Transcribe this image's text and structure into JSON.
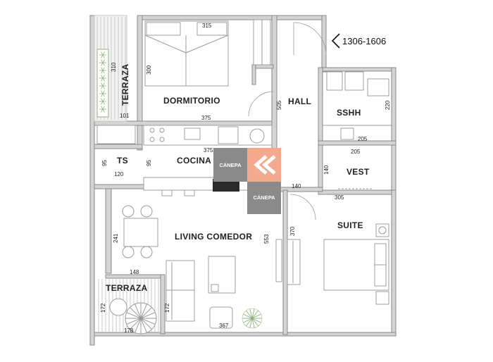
{
  "unit_label": "1306-1606",
  "brand": {
    "name": "CÁNEPA",
    "accent": "#f4a98c",
    "gray": "#8a8a8a"
  },
  "rooms": {
    "dormitorio": "DORMITORIO",
    "terraza_top": "TERRAZA",
    "hall": "HALL",
    "sshh": "SSHH",
    "cocina": "COCINA",
    "ts": "TS",
    "vest": "VEST",
    "suite": "SUITE",
    "living": "LIVING COMEDOR",
    "terraza_bottom": "TERRAZA"
  },
  "dimensions": {
    "d315": "315",
    "d300": "300",
    "d375_top": "375",
    "d310": "310",
    "d101": "101",
    "d505": "505",
    "d220": "220",
    "d205_top": "205",
    "d205_vest": "205",
    "d375_mid": "375",
    "d95_ts": "95",
    "d95_cocina": "95",
    "d120": "120",
    "d140_vest": "140",
    "d140_hall": "140",
    "d305": "305",
    "d241": "241",
    "d370": "370",
    "d553": "553",
    "d148": "148",
    "d172_left": "172",
    "d172_right": "172",
    "d178": "178",
    "d367": "367"
  }
}
